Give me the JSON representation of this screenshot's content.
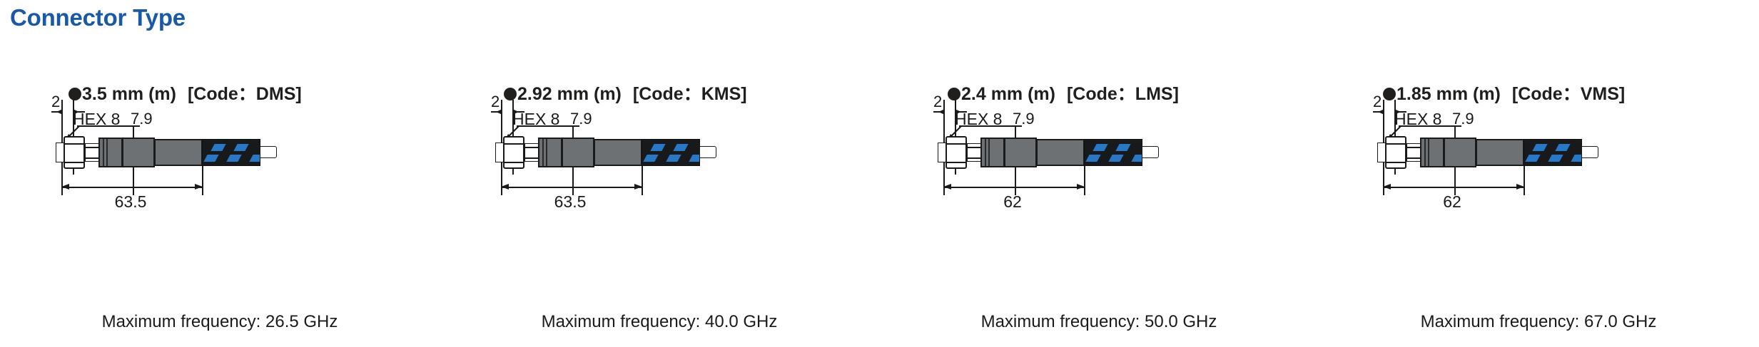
{
  "title": "Connector Type",
  "theme": {
    "title_color": "#1a58a8",
    "text_color": "#211f1e",
    "cable_black": "#18191b",
    "cable_blue": "#2878c8",
    "barrel_gray": "#6e7174",
    "line_color": "#1a1a1a",
    "background": "#ffffff"
  },
  "panels": [
    {
      "connector_size": "3.5 mm (m)",
      "code_label": "[Code：DMS]",
      "dim_gap": "2",
      "dim_hex": "HEX 8",
      "dim_diameter": "7.9",
      "dim_length": "63.5",
      "caption": "Maximum frequency: 26.5 GHz"
    },
    {
      "connector_size": "2.92 mm (m)",
      "code_label": "[Code：KMS]",
      "dim_gap": "2",
      "dim_hex": "HEX 8",
      "dim_diameter": "7.9",
      "dim_length": "63.5",
      "caption": "Maximum frequency: 40.0 GHz"
    },
    {
      "connector_size": "2.4 mm (m)",
      "code_label": "[Code：LMS]",
      "dim_gap": "2",
      "dim_hex": "HEX 8",
      "dim_diameter": "7.9",
      "dim_length": "62",
      "caption": "Maximum frequency: 50.0 GHz"
    },
    {
      "connector_size": "1.85 mm (m)",
      "code_label": "[Code：VMS]",
      "dim_gap": "2",
      "dim_hex": "HEX 8",
      "dim_diameter": "7.9",
      "dim_length": "62",
      "caption": "Maximum frequency: 67.0 GHz"
    }
  ]
}
